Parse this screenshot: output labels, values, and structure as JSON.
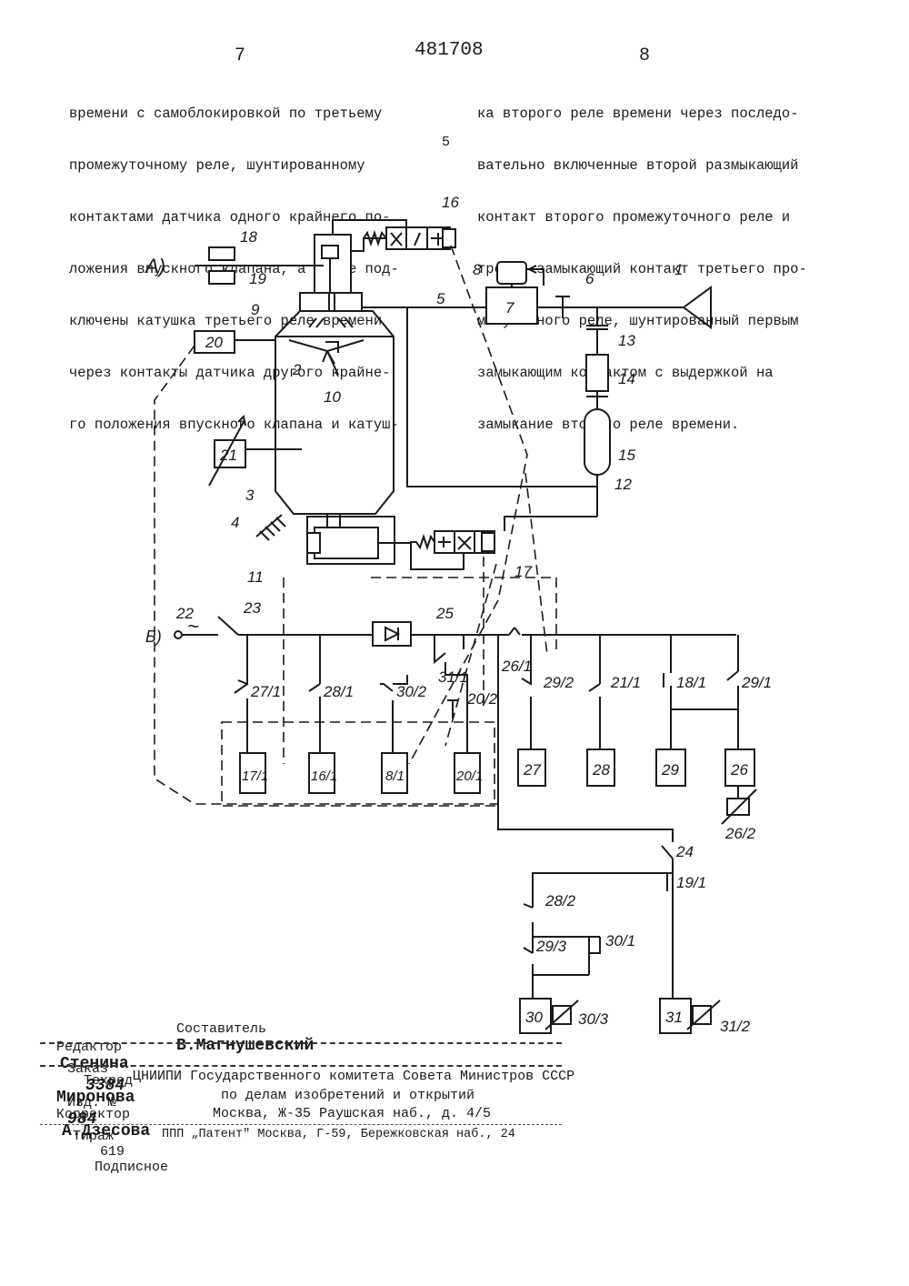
{
  "header": {
    "col_left_page": "7",
    "patent_number": "481708",
    "col_right_page": "8"
  },
  "left_column": [
    "времени с самоблокировкой по третьему",
    "промежуточному реле, шунтированному",
    "контактами датчика одного крайнего по-",
    "ложения впускного клапана, а также под-",
    "ключены катушка третьего реле времени",
    "через контакты датчика другого крайне-",
    "го положения впускного клапана и катуш-"
  ],
  "line_number": "5",
  "right_column": [
    "ка второго реле времени через последо-",
    "вательно включенные второй размыкающий",
    "контакт второго промежуточного реле и",
    "третий замыкающий контакт третьего про-",
    "межуточного реле, шунтированный первым",
    "замыкающим контактом с выдержкой на",
    "замыкание второго реле времени."
  ],
  "diagram": {
    "section_a": "А)",
    "section_b": "Б)",
    "ac_symbol": "~",
    "labels": {
      "l1": "1",
      "l2": "2",
      "l3": "3",
      "l4": "4",
      "l5": "5",
      "l6": "6",
      "l7": "7",
      "l8": "8",
      "l9": "9",
      "l10": "10",
      "l11": "11",
      "l12": "12",
      "l13": "13",
      "l14": "14",
      "l15": "15",
      "l16": "16",
      "l17": "17",
      "l18": "18",
      "l19": "19",
      "l22": "22",
      "l23": "23",
      "l24": "24",
      "l25": "25",
      "c27_1": "27/1",
      "c28_1": "28/1",
      "c30_2": "30/2",
      "c31_1": "31/1",
      "c20_2": "20/2",
      "c26_1": "26/1",
      "c29_2": "29/2",
      "c21_1": "21/1",
      "c18_1": "18/1",
      "c29_1": "29/1",
      "c26_2": "26/2",
      "c19_1": "19/1",
      "c28_2": "28/2",
      "c29_3": "29/3",
      "c30_1": "30/1",
      "c30_3": "30/3",
      "c31_2": "31/2"
    },
    "boxes": {
      "b7": "7",
      "b20": "20",
      "b21": "21",
      "k17": "17/1",
      "k16": "16/1",
      "k8": "8/1",
      "k20": "20/1",
      "k27": "27",
      "k28": "28",
      "k29": "29",
      "k26": "26",
      "k30": "30",
      "k31": "31"
    }
  },
  "imprint": {
    "compiler_label": "Составитель",
    "compiler_name": "В.Магнушевский",
    "editor_label": "Редактор",
    "editor_name": "Стенина",
    "techred_label": "Техред",
    "techred_name": "Миронова",
    "corrector_label": "Корректор",
    "corrector_name": "А.Дзесова",
    "order_label": "Заказ",
    "order_value": "3384",
    "edition_label": "Изд. №",
    "edition_value": "984",
    "print_run_label": "Тираж",
    "print_run_value": "619",
    "subscription": "Подписное",
    "org_line1": "ЦНИИПИ Государственного комитета Совета Министров СССР",
    "org_line2": "по делам изобретений и открытий",
    "org_line3": "Москва, Ж-35 Раушская наб., д. 4/5",
    "printer": "ППП „Патент\" Москва, Г-59, Бережковская наб., 24"
  }
}
